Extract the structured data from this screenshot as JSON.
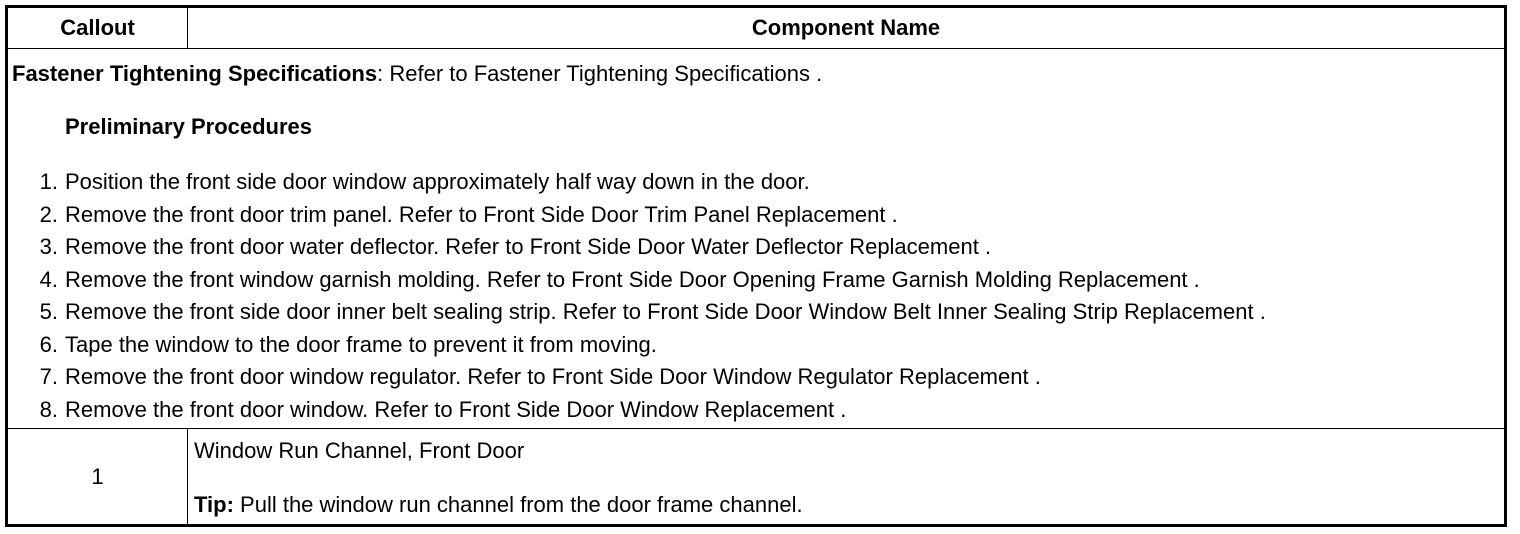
{
  "header": {
    "callout": "Callout",
    "component_name": "Component Name"
  },
  "spec": {
    "label": "Fastener Tightening Specifications",
    "sep": ": ",
    "text": "Refer to Fastener Tightening Specifications ."
  },
  "preliminary": {
    "title": "Preliminary Procedures",
    "steps": [
      {
        "num": "1.",
        "text": "Position the front side door window approximately half way down in the door."
      },
      {
        "num": "2.",
        "text": "Remove the front door trim panel. Refer to Front Side Door Trim Panel Replacement ."
      },
      {
        "num": "3.",
        "text": "Remove the front door water deflector. Refer to Front Side Door Water Deflector Replacement ."
      },
      {
        "num": "4.",
        "text": "Remove the front window garnish molding. Refer to Front Side Door Opening Frame Garnish Molding Replacement ."
      },
      {
        "num": "5.",
        "text": "Remove the front side door inner belt sealing strip. Refer to Front Side Door Window Belt Inner Sealing Strip Replacement ."
      },
      {
        "num": "6.",
        "text": "Tape the window to the door frame to prevent it from moving."
      },
      {
        "num": "7.",
        "text": "Remove the front door window regulator. Refer to Front Side Door Window Regulator Replacement ."
      },
      {
        "num": "8.",
        "text": "Remove the front door window. Refer to Front Side Door Window Replacement ."
      }
    ]
  },
  "rows": [
    {
      "callout": "1",
      "name": "Window Run Channel, Front Door",
      "tip_label": "Tip:",
      "tip_text": " Pull the window run channel from the door frame channel."
    }
  ]
}
